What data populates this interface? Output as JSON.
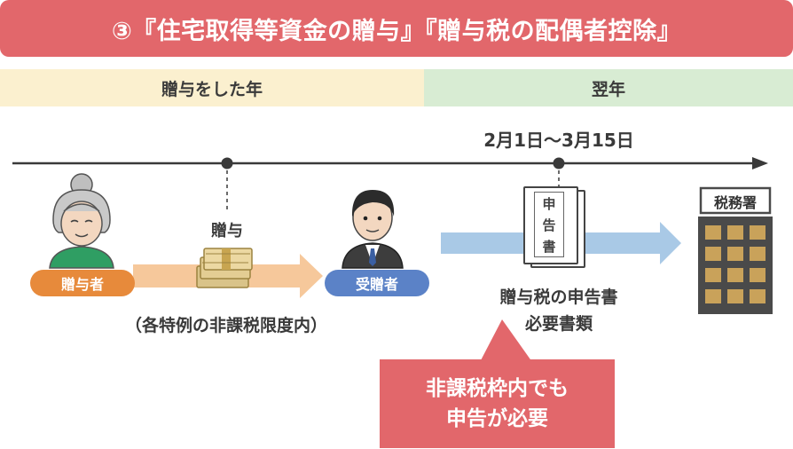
{
  "title": "③『住宅取得等資金の贈与』『贈与税の配偶者控除』",
  "bands": {
    "left": "贈与をした年",
    "right": "翌年"
  },
  "date_range": "2月1日～3月15日",
  "giver": {
    "label": "贈与者",
    "color": "#e78a3b"
  },
  "gift_label": "贈与",
  "receiver": {
    "label": "受贈者",
    "color": "#5b82c7"
  },
  "note": "（各特例の非課税限度内）",
  "document": {
    "chars": [
      "申",
      "告",
      "書"
    ],
    "caption_line1": "贈与税の申告書",
    "caption_line2": "必要書類"
  },
  "tax_office": {
    "label": "税務署"
  },
  "callout": {
    "line1": "非課税枠内でも",
    "line2": "申告が必要",
    "color": "#e2676b"
  },
  "colors": {
    "banner": "#e2676b",
    "band_left": "#fbf0cf",
    "band_right": "#d8ecd3",
    "arrow_orange": "#f6c89b",
    "arrow_blue": "#a9c9e6"
  }
}
